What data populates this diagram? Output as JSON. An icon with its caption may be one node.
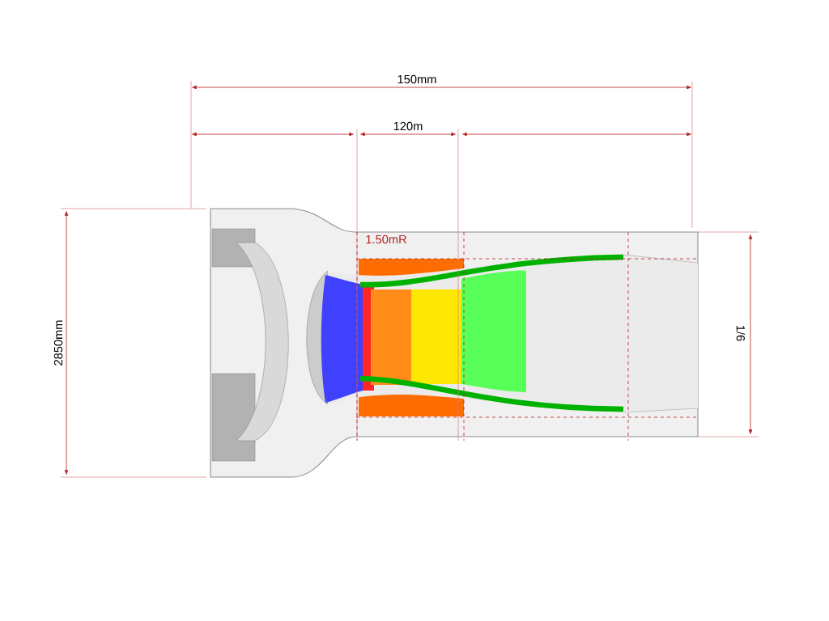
{
  "diagram": {
    "labels": [
      "150mm",
      "120m",
      "1.50mR",
      "2850mm",
      "1/6"
    ]
  }
}
